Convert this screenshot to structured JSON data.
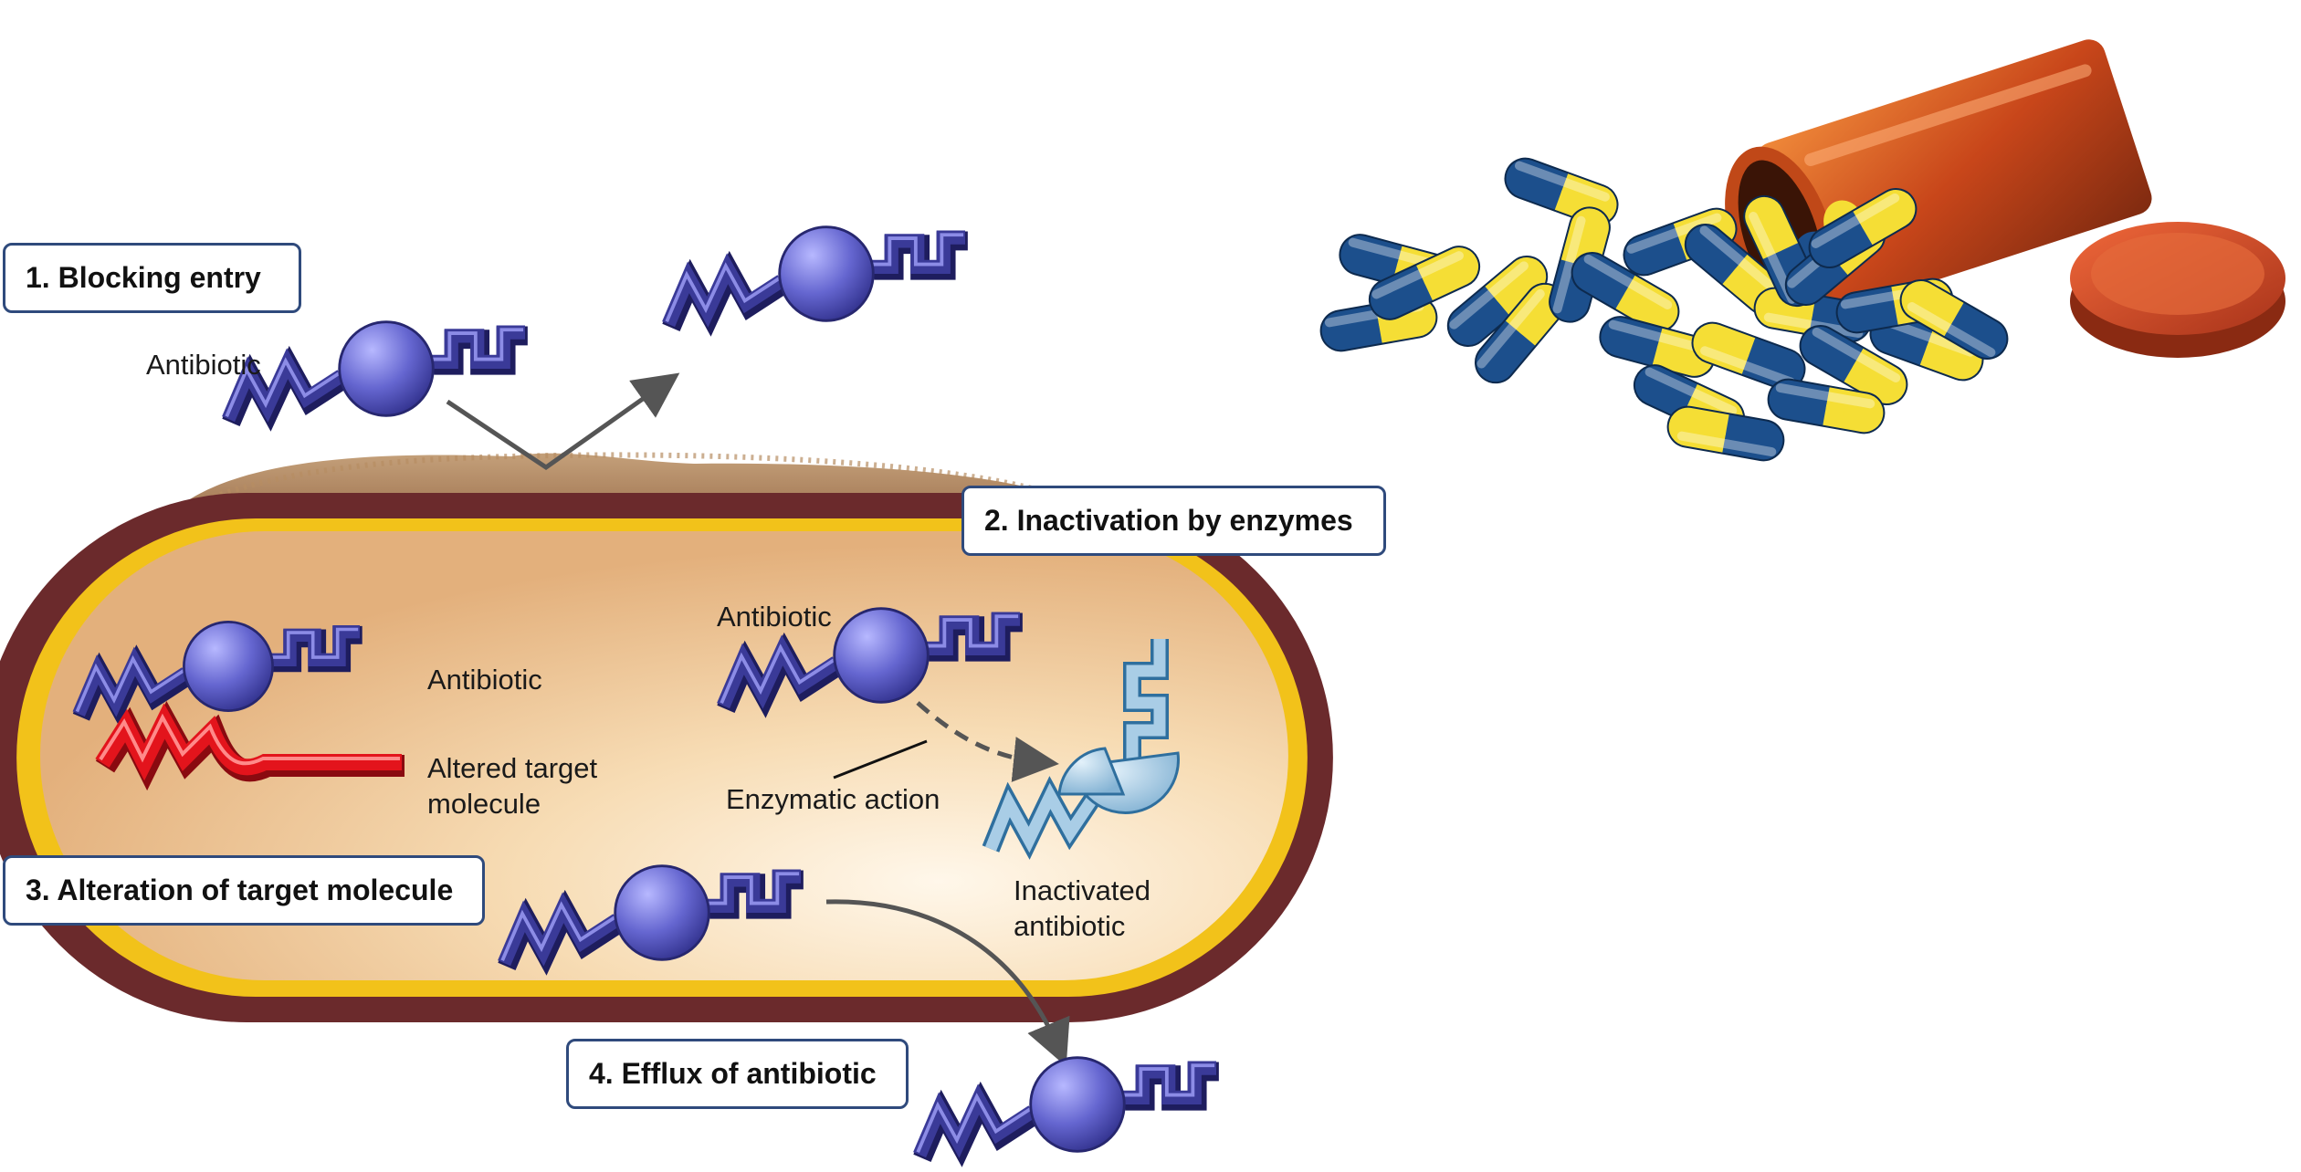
{
  "labels": {
    "step1": "1. Blocking entry",
    "step2": "2. Inactivation by enzymes",
    "step3": "3. Alteration of target molecule",
    "step4": "4. Efflux of antibiotic",
    "antibiotic_outside": "Antibiotic",
    "antibiotic_left": "Antibiotic",
    "antibiotic_right": "Antibiotic",
    "altered_target_line1": "Altered target",
    "altered_target_line2": "molecule",
    "enzymatic_action": "Enzymatic action",
    "inactivated_line1": "Inactivated",
    "inactivated_line2": "antibiotic"
  },
  "colors": {
    "cell_wall": "#6b2a2c",
    "membrane": "#f2c21a",
    "cytoplasm": "#f6dcb2",
    "capsule": "#a57a4c",
    "antibiotic_fill": "#3b3a9a",
    "antibiotic_ball": "#6e6ed6",
    "altered_target": "#d9141c",
    "inactivated": "#8fbad8",
    "pill_blue": "#1c4f8c",
    "pill_yellow": "#f7e43c",
    "bottle": "#d2521a"
  },
  "icons": [
    "antibiotic-molecule-icon",
    "altered-target-molecule-icon",
    "inactivated-antibiotic-icon",
    "pill-capsule-icon",
    "pill-bottle-icon"
  ]
}
